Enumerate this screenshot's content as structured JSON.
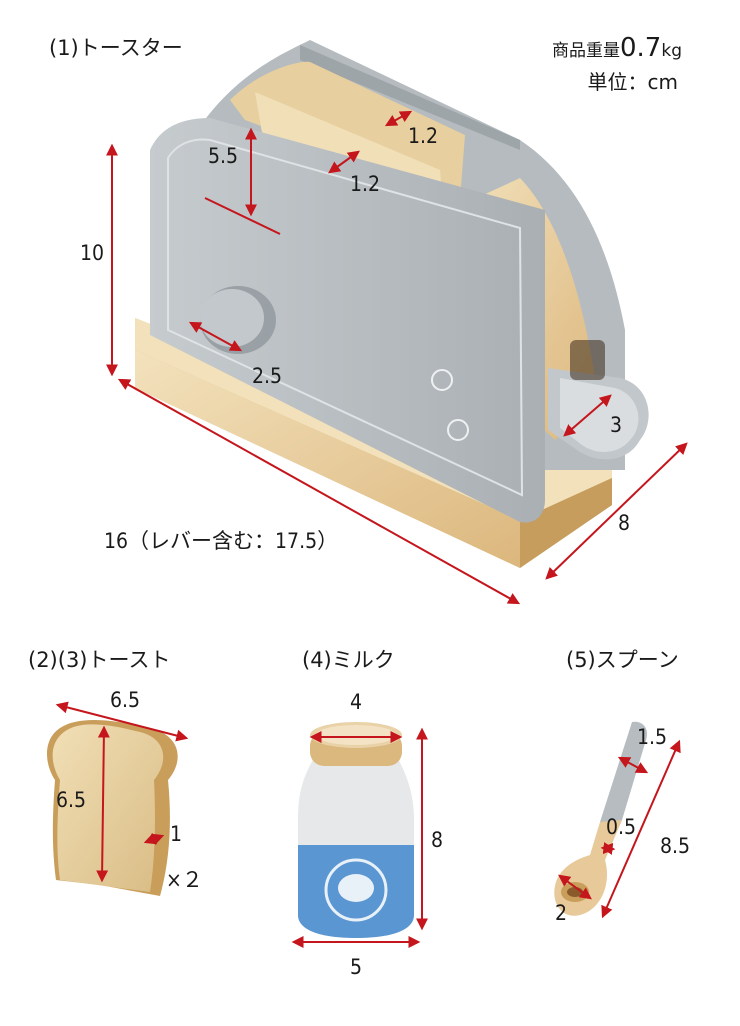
{
  "colors": {
    "arrow": "#c4161c",
    "body_gray": "#b9bfc3",
    "panel_gray": "#a7adb1",
    "wood_light": "#f0dcb4",
    "wood_mid": "#e3c38e",
    "milk_blue": "#5a96d2"
  },
  "toaster": {
    "title": "(1)トースター",
    "weight_label": "商品重量",
    "weight_value": "0.7",
    "weight_unit": "kg",
    "unit_label": "単位：cm",
    "dim_slot_length": "5.5",
    "dim_slot_width_1": "1.2",
    "dim_slot_width_2": "1.2",
    "dim_height": "10",
    "dim_knob": "2.5",
    "dim_lever": "3",
    "dim_depth": "8",
    "dim_width": "16（レバー含む：17.5）"
  },
  "toast": {
    "title": "(2)(3)トースト",
    "dim_width": "6.5",
    "dim_height": "6.5",
    "dim_thickness": "1",
    "quantity": "×２"
  },
  "milk": {
    "title": "(4)ミルク",
    "dim_top": "4",
    "dim_height": "8",
    "dim_width": "5"
  },
  "spoon": {
    "title": "(5)スプーン",
    "dim_handle_width": "1.5",
    "dim_neck": "0.5",
    "dim_length": "8.5",
    "dim_head": "2"
  }
}
